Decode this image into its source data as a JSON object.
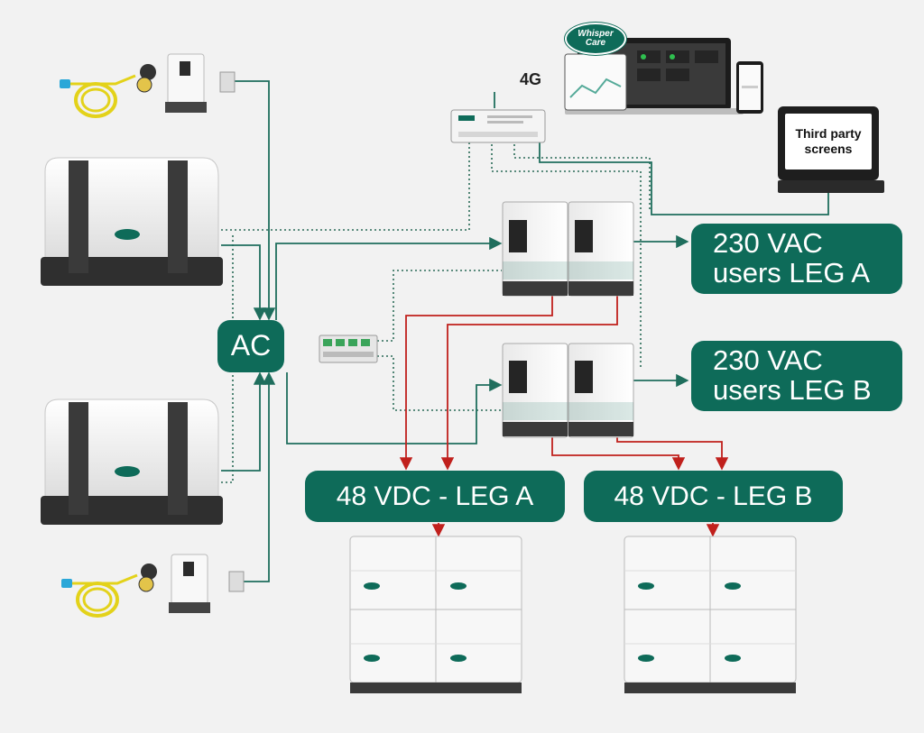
{
  "labels": {
    "ac": "AC",
    "vac_leg_a": [
      "230 VAC",
      "users LEG A"
    ],
    "vac_leg_b": [
      "230 VAC",
      "users LEG B"
    ],
    "vdc_leg_a": "48 VDC - LEG A",
    "vdc_leg_b": "48 VDC - LEG B",
    "network": "4G",
    "third_party_screens": [
      "Third party",
      "screens"
    ],
    "logo": [
      "Whisper",
      "Care"
    ]
  },
  "colors": {
    "brand_green": "#0e6b59",
    "ac_wire": "#1f6e5d",
    "dc_wire": "#c0201c",
    "data_wire": "#2a6b57"
  },
  "icons": [
    "generator-icon",
    "shore-power-cable-icon",
    "shore-inlet-icon",
    "isolation-transformer-icon",
    "inverter-charger-icon",
    "lithium-battery-icon",
    "digital-switching-module-icon",
    "connect-hub-icon",
    "laptop-icon",
    "phone-icon"
  ]
}
